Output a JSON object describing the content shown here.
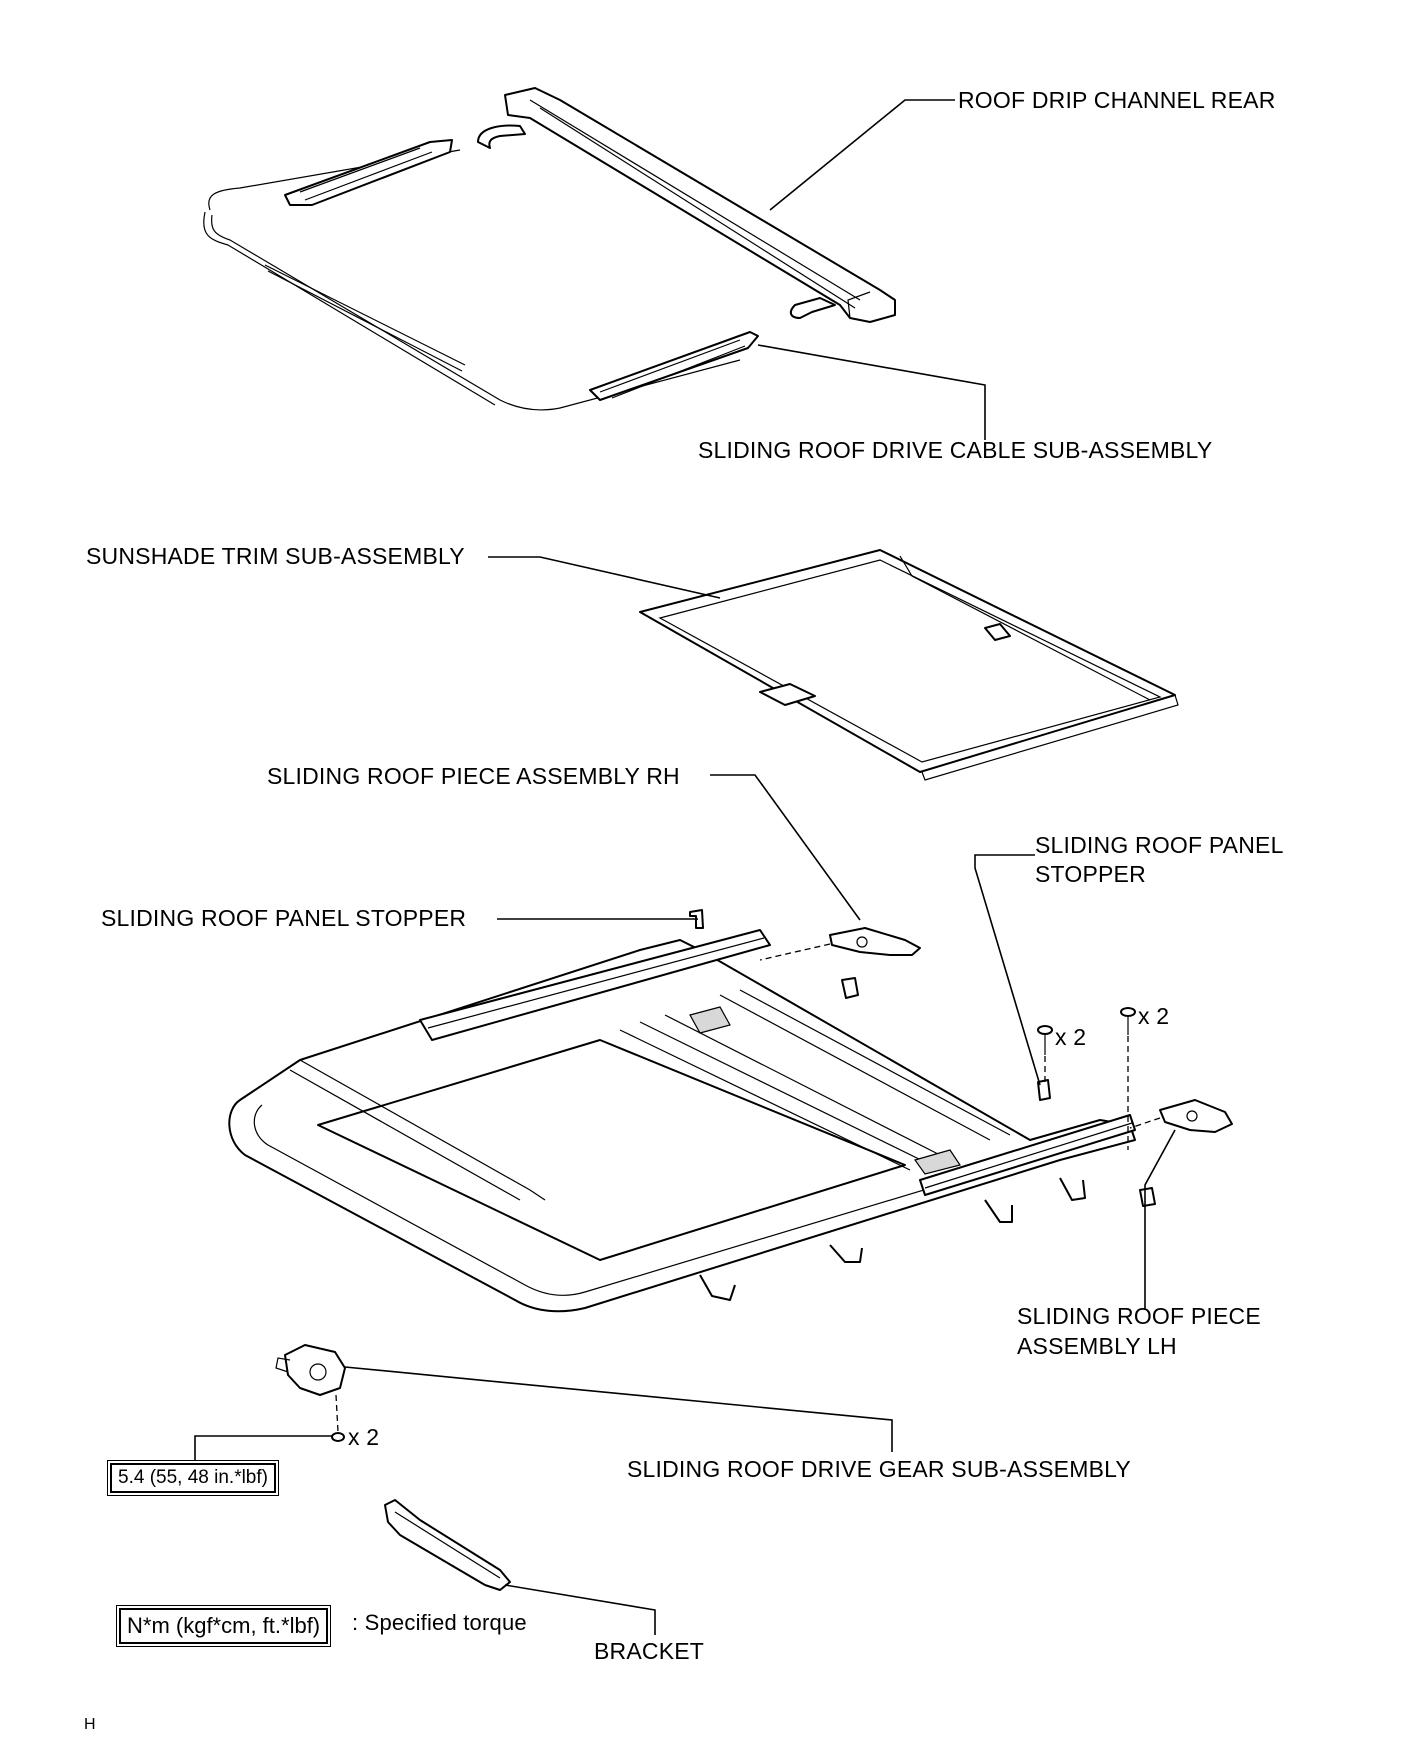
{
  "labels": {
    "roof_drip_channel_rear": "ROOF DRIP CHANNEL REAR",
    "sliding_roof_drive_cable": "SLIDING ROOF DRIVE CABLE SUB-ASSEMBLY",
    "sunshade_trim": "SUNSHADE TRIM SUB-ASSEMBLY",
    "sliding_roof_piece_rh": "SLIDING ROOF PIECE ASSEMBLY RH",
    "sliding_roof_panel_stopper_right_line1": "SLIDING ROOF PANEL",
    "sliding_roof_panel_stopper_right_line2": "STOPPER",
    "sliding_roof_panel_stopper_left": "SLIDING ROOF PANEL STOPPER",
    "sliding_roof_piece_lh_line1": "SLIDING ROOF PIECE",
    "sliding_roof_piece_lh_line2": "ASSEMBLY LH",
    "sliding_roof_drive_gear": "SLIDING ROOF DRIVE GEAR SUB-ASSEMBLY",
    "bracket": "BRACKET",
    "qty_bolt_1": "x 2",
    "qty_bolt_2": "x 2",
    "qty_gear_bolt": "x 2"
  },
  "torque": {
    "value": "5.4 (55, 48 in.*lbf)"
  },
  "legend": {
    "unit_box": "N*m (kgf*cm, ft.*lbf)",
    "description": ": Specified torque"
  },
  "footer": {
    "code": "H"
  }
}
